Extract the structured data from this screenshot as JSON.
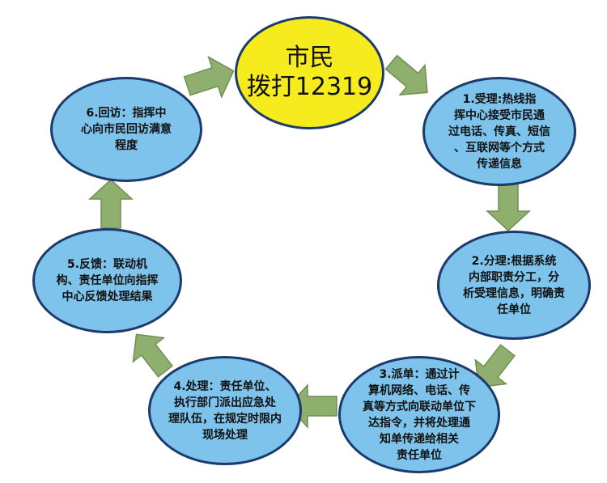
{
  "start_node": {
    "text": "市民\n拨打12319"
  },
  "steps": [
    {
      "text": "1.受理:热线指\n挥中心接受市民通\n过电话、传真、短信\n、互联网等个方式\n传递信息"
    },
    {
      "text": "2.分理:根据系统\n内部职责分工，分\n析受理信息，明确责\n任单位"
    },
    {
      "text": "3.派单：通过计\n算机网络、电话、传\n真等方式向联动单位下\n达指令，并将处理通\n知单传递给相关\n责任单位"
    },
    {
      "text": "4.处理：责任单位、\n执行部门派出应急处\n理队伍，在规定时限内\n现场处理"
    },
    {
      "text": "5.反馈：联动机\n构、责任单位向指挥\n中心反馈处理结果"
    },
    {
      "text": "6.回访：指挥中\n心向市民回访满意\n程度"
    }
  ],
  "colors": {
    "node_fill": "#7dc3ec",
    "node_border": "#1c3a6b",
    "start_fill": "#f6ec1d",
    "arrow_fill": "#8faf6f",
    "arrow_border": "#6f8f55"
  }
}
